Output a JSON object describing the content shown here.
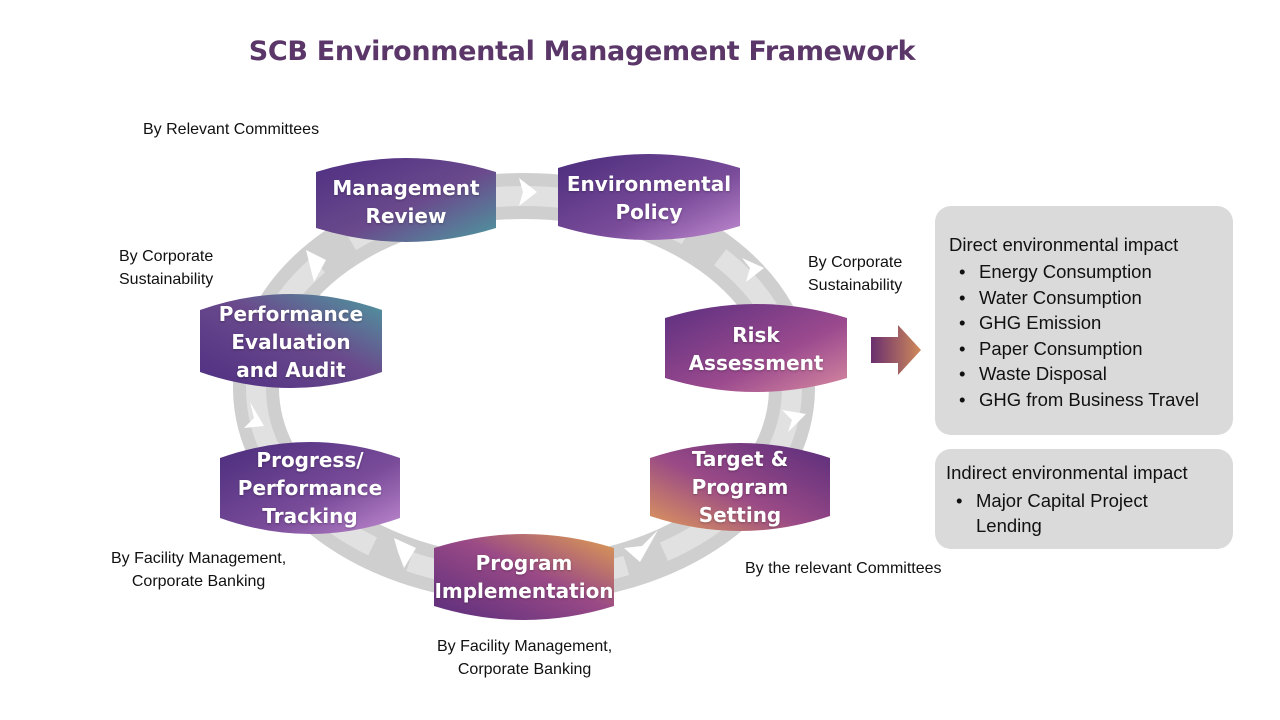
{
  "title": "SCB Environmental Management Framework",
  "colors": {
    "title": "#5b3668",
    "ring": "#d0cfd0",
    "node_dark": "#5a3c82",
    "node_mid": "#8a4c98",
    "arrow": "#8b3d7a",
    "box": "#dadada"
  },
  "nodes": [
    {
      "label": "Management\nReview"
    },
    {
      "label": "Environmental\nPolicy"
    },
    {
      "label": "Risk Assessment"
    },
    {
      "label": "Target &\nProgram Setting"
    },
    {
      "label": "Program\nImplementation"
    },
    {
      "label": "Progress/\nPerformance\nTracking"
    },
    {
      "label": "Performance\nEvaluation\nand Audit"
    }
  ],
  "annotations": {
    "relevant_committees": "By Relevant Committees",
    "corp_sust_left": "By Corporate\nSustainability",
    "corp_sust_right": "By Corporate\nSustainability",
    "the_relevant_committees": "By the relevant Committees",
    "facility_left": "By Facility Management,\nCorporate Banking",
    "facility_bottom": "By Facility Management,\nCorporate Banking"
  },
  "direct_box": {
    "heading": "Direct environmental impact",
    "items": [
      "Energy Consumption",
      "Water Consumption",
      "GHG Emission",
      "Paper Consumption",
      "Waste Disposal",
      "GHG from Business Travel"
    ]
  },
  "indirect_box": {
    "heading": "Indirect environmental impact",
    "items": [
      "Major Capital Project\nLending"
    ]
  }
}
